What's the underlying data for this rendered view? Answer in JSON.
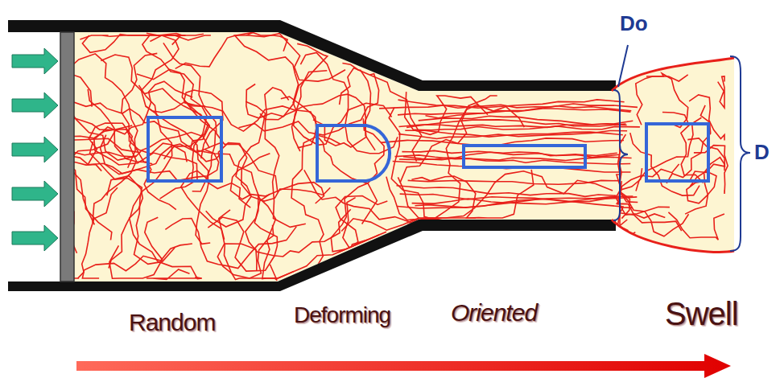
{
  "diagram": {
    "labels": [
      "Do",
      "D",
      "Random",
      "Deforming",
      "Oriented",
      "Swell"
    ]
  }
}
